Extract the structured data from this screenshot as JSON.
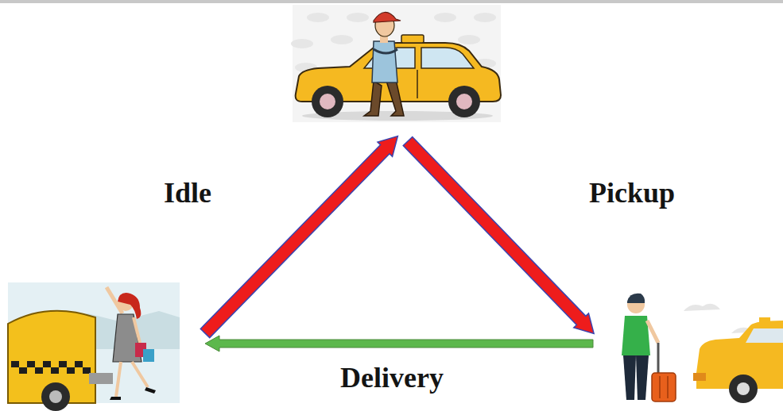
{
  "diagram": {
    "labels": [
      "Idle",
      "Pickup",
      "Delivery"
    ]
  }
}
